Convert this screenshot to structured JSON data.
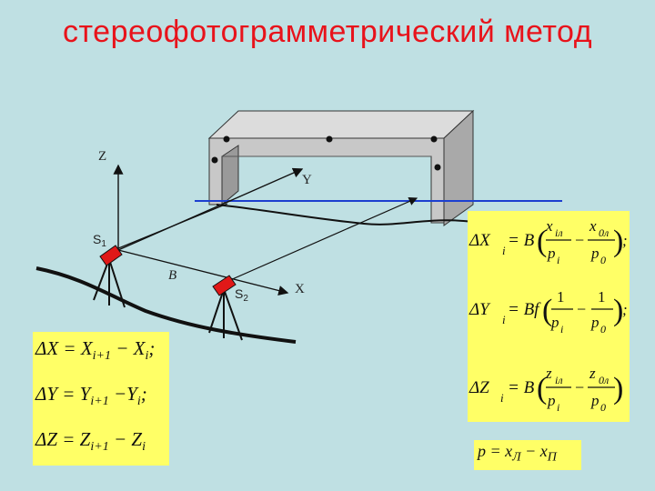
{
  "title": "стереофотограмметрический метод",
  "diagram": {
    "axis_z": "Z",
    "axis_y": "Y",
    "axis_x": "X",
    "station_1": "S",
    "station_1_sub": "1",
    "station_2": "S",
    "station_2_sub": "2",
    "baseline": "B"
  },
  "formulas_left": {
    "dx": "ΔX = X",
    "dx_sub1": "i+1",
    "dx_rest": " − X",
    "dx_sub2": "i",
    "dx_end": ";",
    "dy": "ΔY = Y",
    "dy_sub1": "i+1",
    "dy_rest": " −Y",
    "dy_sub2": "i",
    "dy_end": ";",
    "dz": "ΔZ = Z",
    "dz_sub1": "i+1",
    "dz_rest": " − Z",
    "dz_sub2": "i"
  },
  "formulas_right": {
    "dx_lhs": "ΔX",
    "dx_lhs_sub": "i",
    "dx_eq": " = B",
    "dx_num1": "x",
    "dx_num1_sub": "iл",
    "dx_den1": "p",
    "dx_den1_sub": "i",
    "dx_minus": "−",
    "dx_num2": "x",
    "dx_num2_sub": "0л",
    "dx_den2": "p",
    "dx_den2_sub": "0",
    "dx_end": ";",
    "dy_lhs": "ΔY",
    "dy_lhs_sub": "i",
    "dy_eq": " = Bf",
    "dy_num1": "1",
    "dy_den1": "p",
    "dy_den1_sub": "i",
    "dy_minus": "−",
    "dy_num2": "1",
    "dy_den2": "p",
    "dy_den2_sub": "0",
    "dy_end": ";",
    "dz_lhs": "ΔZ",
    "dz_lhs_sub": "i",
    "dz_eq": " = B",
    "dz_num1": "z",
    "dz_num1_sub": "iл",
    "dz_den1": "p",
    "dz_den1_sub": "i",
    "dz_minus": "−",
    "dz_num2": "z",
    "dz_num2_sub": "0л",
    "dz_den2": "p",
    "dz_den2_sub": "0"
  },
  "formula_parallax": {
    "lhs": "p = x",
    "sub1": "Л",
    "mid": " − x",
    "sub2": "П"
  },
  "colors": {
    "title": "#e8131b",
    "background": "#bfe0e3",
    "formula_box": "#ffff66",
    "bridge_front": "#c8c8c8",
    "bridge_side": "#9a9a9a",
    "horizon_line": "#1c3fd0",
    "camera": "#e01818"
  }
}
